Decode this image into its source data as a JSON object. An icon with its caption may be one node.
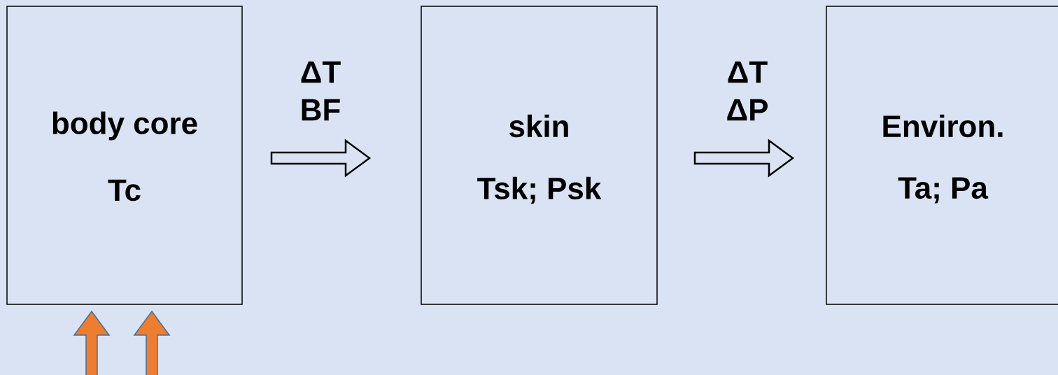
{
  "diagram": {
    "nodes": [
      {
        "text": [
          "body core",
          "Tc"
        ]
      },
      {
        "text": [
          "skin",
          "Tsk; Psk"
        ]
      },
      {
        "text": [
          "Environ.",
          "Ta; Pa"
        ]
      }
    ],
    "edges": [
      {
        "from": 0,
        "to": 1,
        "arrow": "to",
        "label": "ΔT BF"
      },
      {
        "from": 1,
        "to": 2,
        "arrow": "to",
        "label": "ΔT ΔP"
      },
      {
        "from": null,
        "to": 0,
        "arrow": "to",
        "color": "#ed7d31"
      },
      {
        "from": null,
        "to": 0,
        "arrow": "to",
        "color": "#ed7d31"
      }
    ]
  }
}
